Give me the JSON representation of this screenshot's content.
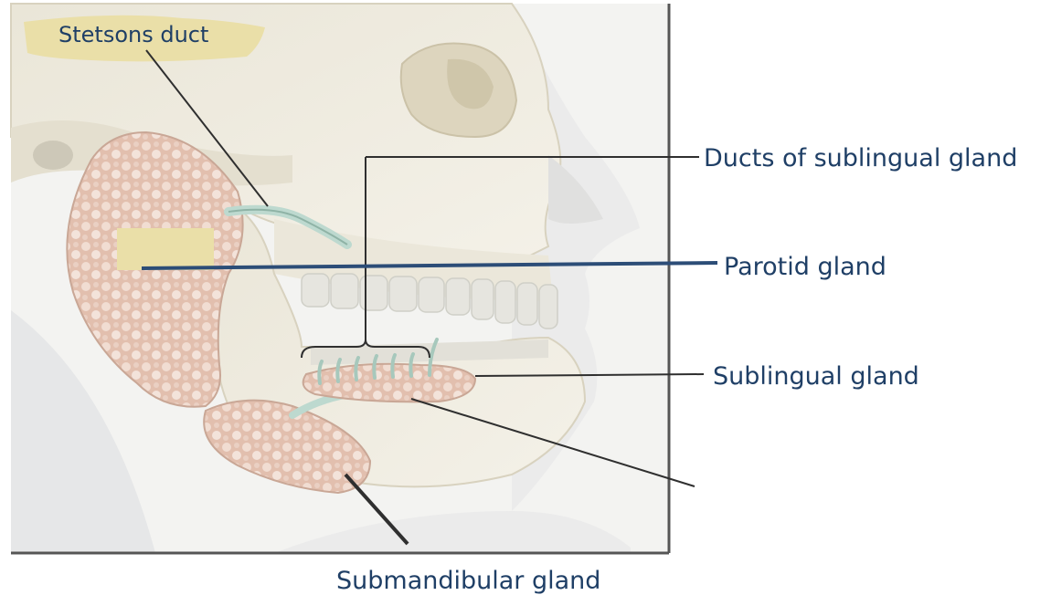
{
  "labels": {
    "stetsons_duct": "Stetsons duct",
    "ducts_of_sublingual_gland": "Ducts of sublingual gland",
    "parotid_gland": "Parotid gland",
    "sublingual_gland": "Sublingual gland",
    "submandibular_gland": "Submandibular gland"
  },
  "colors": {
    "label_text": "#1f3f66",
    "parotid_leader": "#2c4d77",
    "leader_lines": "#2f2f2f",
    "frame": "#555555",
    "gland_fill": "#e4c2b2",
    "bone_fill": "#ece7d8",
    "label_patch": "#eadfa8",
    "duct": "#bdd9cf"
  }
}
